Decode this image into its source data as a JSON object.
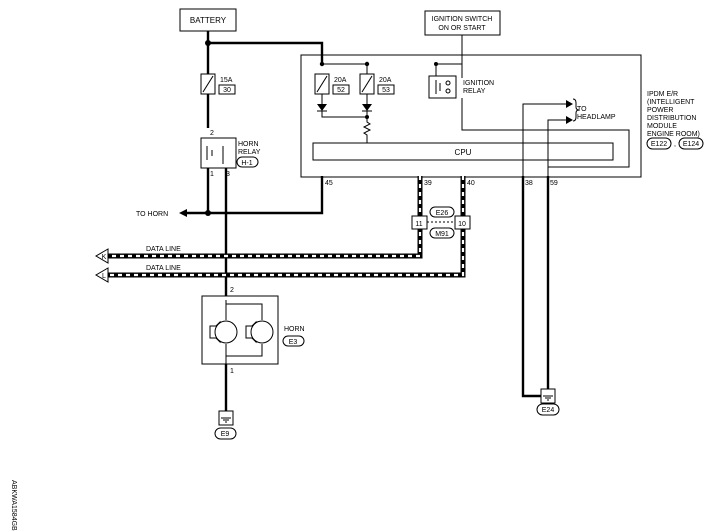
{
  "components": {
    "battery": "BATTERY",
    "ignition_switch": [
      "IGNITION SWITCH",
      "ON OR START"
    ],
    "fuse_15a": {
      "rating": "15A",
      "number": "30"
    },
    "fuse_20a_52": {
      "rating": "20A",
      "number": "52"
    },
    "fuse_20a_53": {
      "rating": "20A",
      "number": "53"
    },
    "ignition_relay": [
      "IGNITION",
      "RELAY"
    ],
    "cpu": "CPU",
    "horn_relay": {
      "lines": [
        "HORN",
        "RELAY"
      ],
      "connector": "H-1",
      "pins": [
        "2",
        "1",
        "3"
      ]
    },
    "horn": {
      "label": "HORN",
      "connector": "E3",
      "pins": [
        "2",
        "1"
      ]
    },
    "ipdm": {
      "lines": [
        "IPDM E/R",
        "(INTELLIGENT",
        "POWER",
        "DISTRIBUTION",
        "MODULE",
        "ENGINE ROOM)"
      ],
      "connectors": [
        "E122",
        "E124"
      ],
      "separator": ","
    },
    "ipdm_pins": [
      "45",
      "39",
      "40",
      "38",
      "59"
    ],
    "joint_connector": {
      "codes": [
        "E26",
        "M91"
      ],
      "pin_left": "11",
      "pin_right": "10"
    },
    "grounds": [
      "E9",
      "E24"
    ]
  },
  "labels": {
    "to_horn": "TO HORN",
    "to_headlamp": [
      "TO",
      "HEADLAMP"
    ],
    "data_line_1": "DATA LINE",
    "data_line_2": "DATA LINE"
  },
  "connectors": {
    "data_line_1": "K",
    "data_line_2": "L"
  },
  "diagram_code": "ABKWA1584GB"
}
